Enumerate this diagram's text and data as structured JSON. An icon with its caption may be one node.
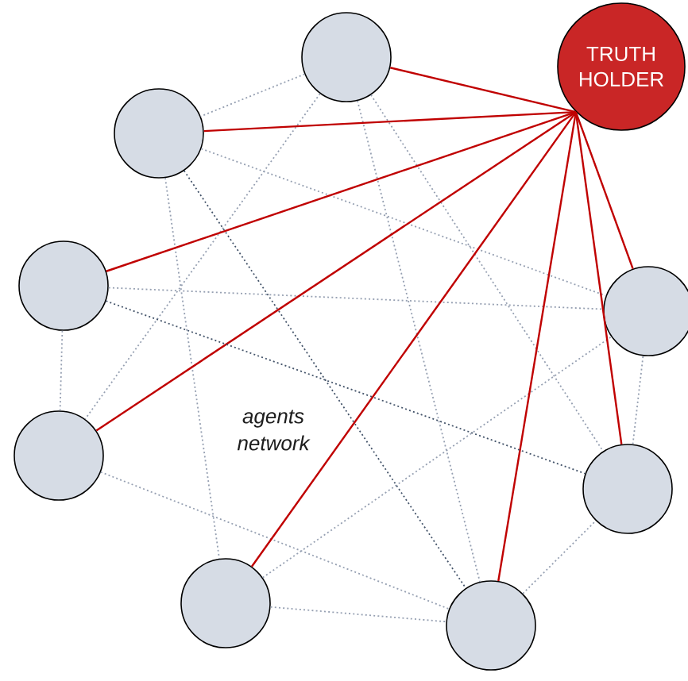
{
  "diagram": {
    "nodes": [
      {
        "text": [
          "TRUTH HOLDER"
        ]
      },
      {
        "text": [],
        "shape": "circle"
      },
      {
        "text": [],
        "shape": "circle"
      },
      {
        "text": [],
        "shape": "circle"
      },
      {
        "text": [],
        "shape": "circle"
      },
      {
        "text": [],
        "shape": "circle"
      },
      {
        "text": [],
        "shape": "circle"
      },
      {
        "text": [],
        "shape": "circle"
      },
      {
        "text": [],
        "shape": "circle"
      }
    ],
    "edges": [
      {
        "from": 0,
        "to": 1,
        "arrow": "none",
        "color": "#c00000"
      },
      {
        "from": 0,
        "to": 2,
        "arrow": "none",
        "color": "#c00000"
      },
      {
        "from": 0,
        "to": 3,
        "arrow": "none",
        "color": "#c00000"
      },
      {
        "from": 0,
        "to": 4,
        "arrow": "none",
        "color": "#c00000"
      },
      {
        "from": 0,
        "to": 5,
        "arrow": "none",
        "color": "#c00000"
      },
      {
        "from": 0,
        "to": 6,
        "arrow": "none",
        "color": "#c00000"
      },
      {
        "from": 0,
        "to": 7,
        "arrow": "none",
        "color": "#c00000"
      },
      {
        "from": 0,
        "to": 8,
        "arrow": "none",
        "color": "#c00000"
      },
      {
        "from": 1,
        "to": 2,
        "arrow": "none",
        "style": "dashed"
      },
      {
        "from": 1,
        "to": 4,
        "arrow": "none",
        "style": "dashed"
      },
      {
        "from": 1,
        "to": 6,
        "arrow": "none",
        "style": "dashed"
      },
      {
        "from": 1,
        "to": 7,
        "arrow": "none",
        "style": "dashed"
      },
      {
        "from": 2,
        "to": 8,
        "arrow": "none",
        "style": "dashed"
      },
      {
        "from": 2,
        "to": 5,
        "arrow": "none",
        "style": "dashed"
      },
      {
        "from": 2,
        "to": 6,
        "arrow": "none",
        "style": "dashed",
        "color": "#44546a"
      },
      {
        "from": 3,
        "to": 8,
        "arrow": "none",
        "style": "dashed"
      },
      {
        "from": 3,
        "to": 7,
        "arrow": "none",
        "style": "dashed",
        "color": "#44546a"
      },
      {
        "from": 3,
        "to": 4,
        "arrow": "none",
        "style": "dashed"
      },
      {
        "from": 4,
        "to": 6,
        "arrow": "none",
        "style": "dashed"
      },
      {
        "from": 5,
        "to": 6,
        "arrow": "none",
        "style": "dashed"
      },
      {
        "from": 5,
        "to": 8,
        "arrow": "none",
        "style": "dashed"
      },
      {
        "from": 6,
        "to": 7,
        "arrow": "none",
        "style": "dashed"
      },
      {
        "from": 7,
        "to": 8,
        "arrow": "none",
        "style": "dashed"
      }
    ],
    "labels": [
      "agents network"
    ]
  }
}
